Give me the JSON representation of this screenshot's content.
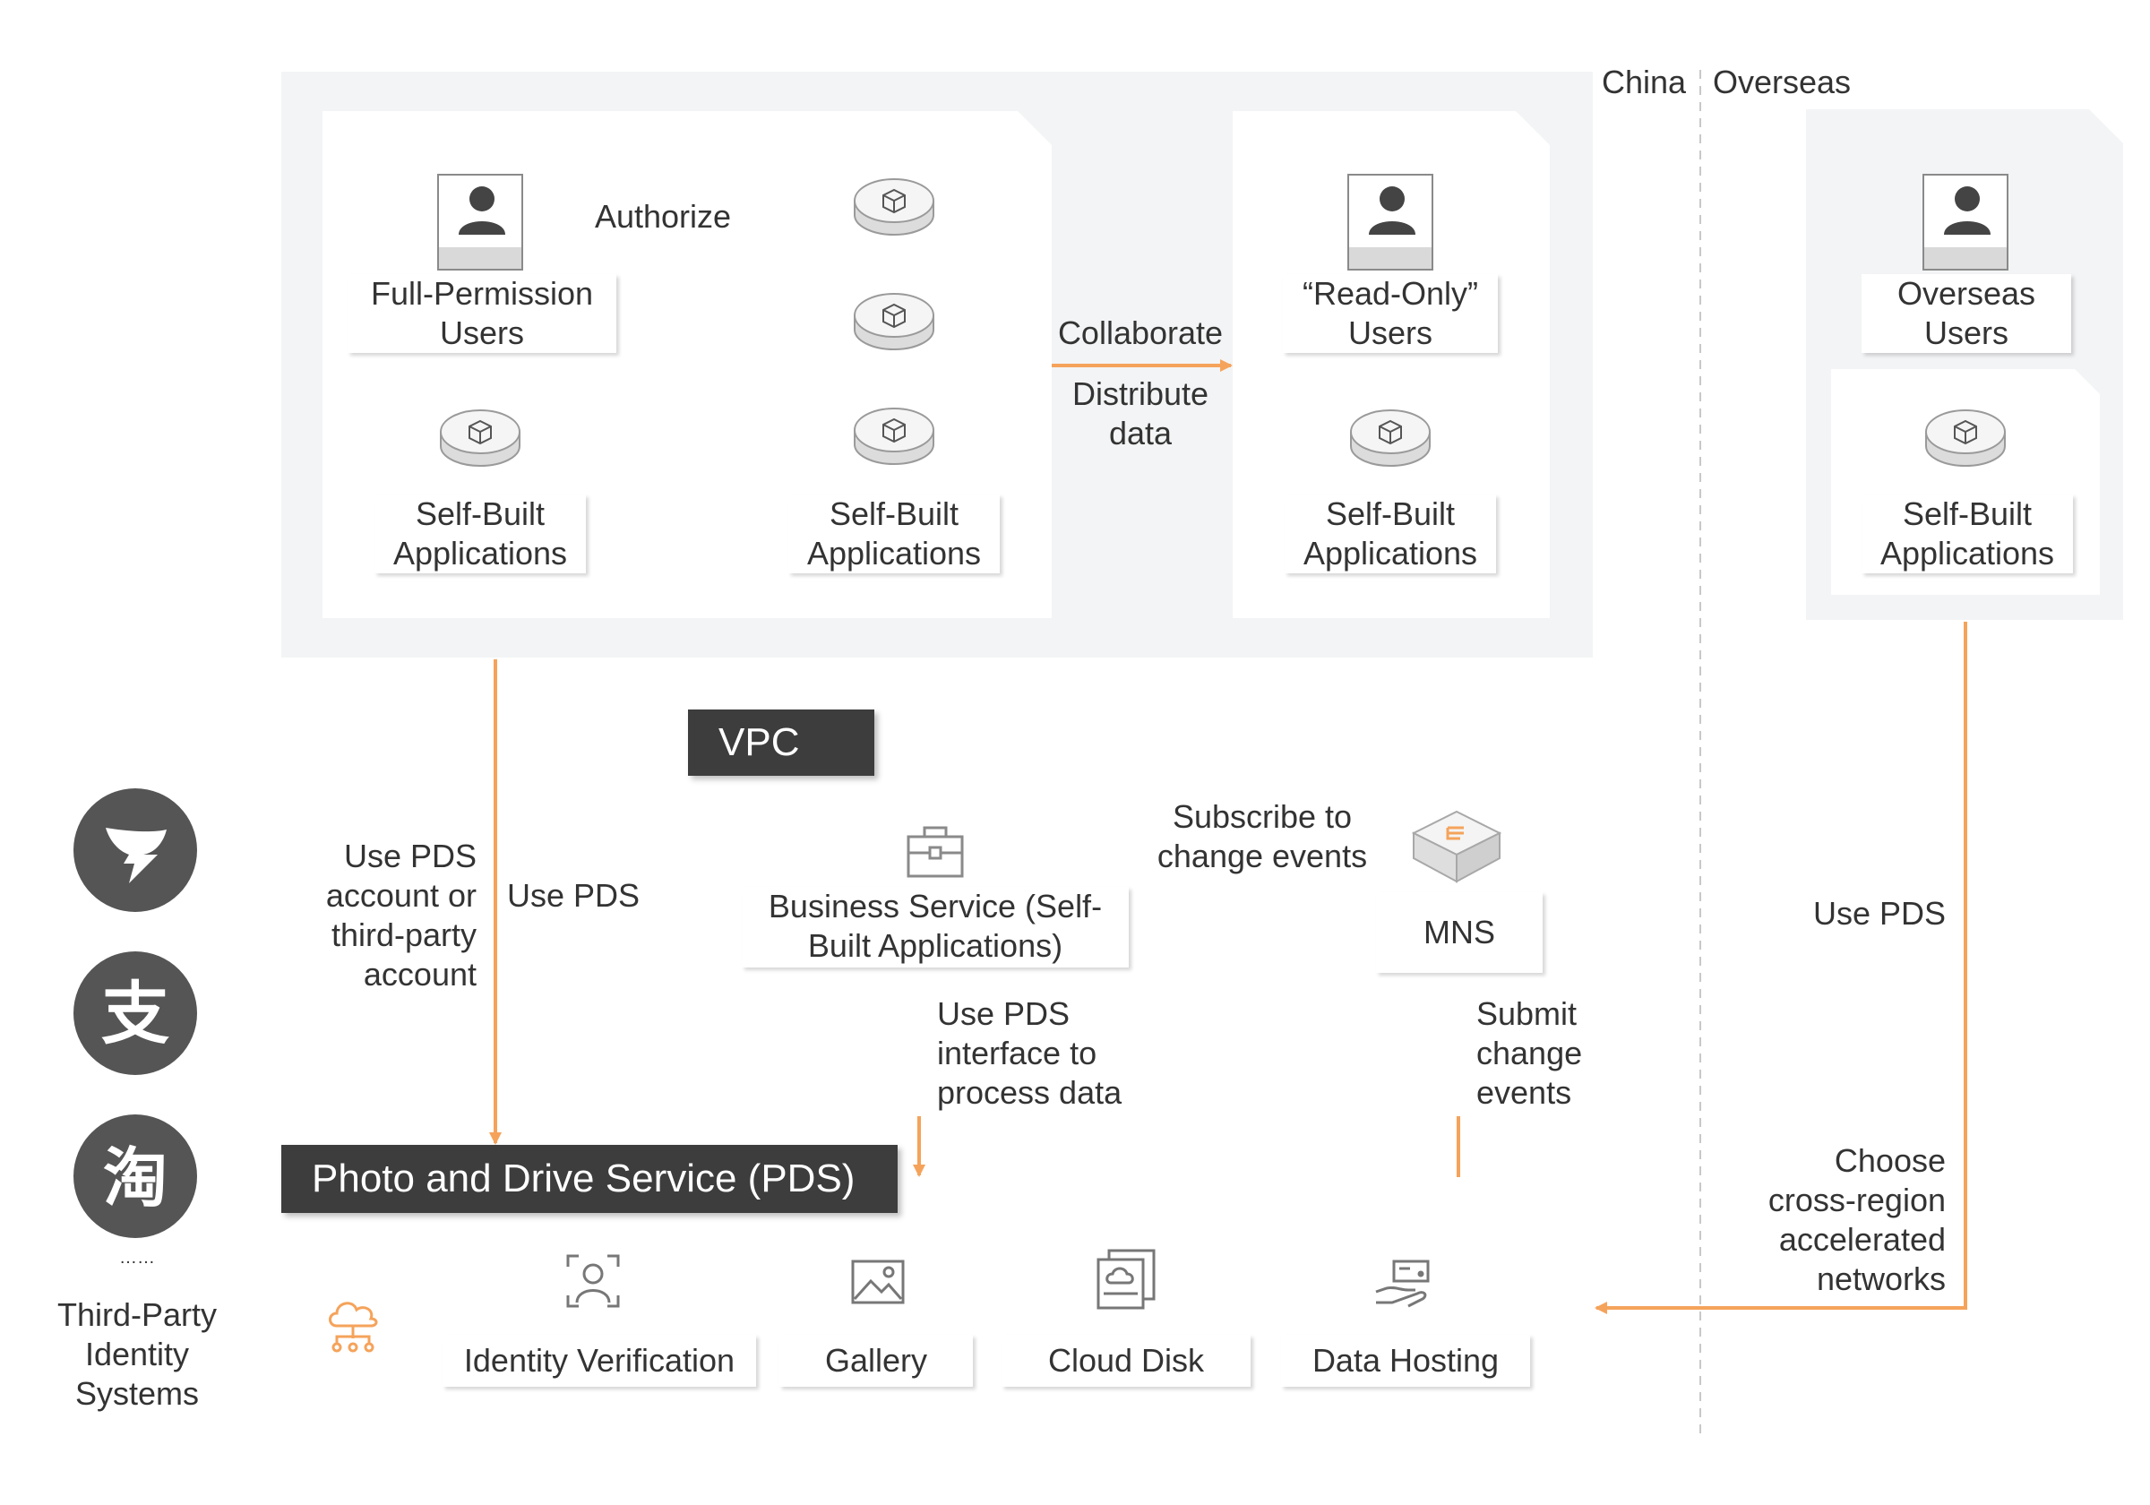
{
  "region_labels": {
    "china": "China",
    "overseas": "Overseas"
  },
  "main_region": {
    "full_permission_users": "Full-Permission Users",
    "authorize": "Authorize",
    "left_apps": "Self-Built Applications",
    "middle_apps": "Self-Built Applications",
    "collaborate": "Collaborate",
    "distribute": "Distribute data",
    "read_only_users": "“Read-Only” Users",
    "right_apps": "Self-Built Applications"
  },
  "overseas_region": {
    "users": "Overseas Users",
    "apps": "Self-Built Applications"
  },
  "third_party": {
    "ellipsis": "……",
    "label": "Third-Party Identity Systems"
  },
  "flows": {
    "use_pds_account": "Use PDS account or third-party account",
    "use_pds_left": "Use PDS",
    "use_pds_right": "Use PDS",
    "cross_region": "Choose cross-region accelerated networks"
  },
  "vpc": {
    "title": "VPC",
    "business_service": "Business Service (Self-Built Applications)",
    "subscribe": "Subscribe to change events",
    "mns": "MNS",
    "use_pds_interface": "Use PDS interface to process data",
    "submit_events": "Submit change events"
  },
  "pds": {
    "title": "Photo and Drive Service (PDS)",
    "features": [
      "Identity Verification",
      "Gallery",
      "Cloud Disk",
      "Data Hosting"
    ]
  },
  "colors": {
    "accent": "#f5a35b",
    "dark": "#3d3d3d",
    "panel": "#f3f4f5"
  }
}
